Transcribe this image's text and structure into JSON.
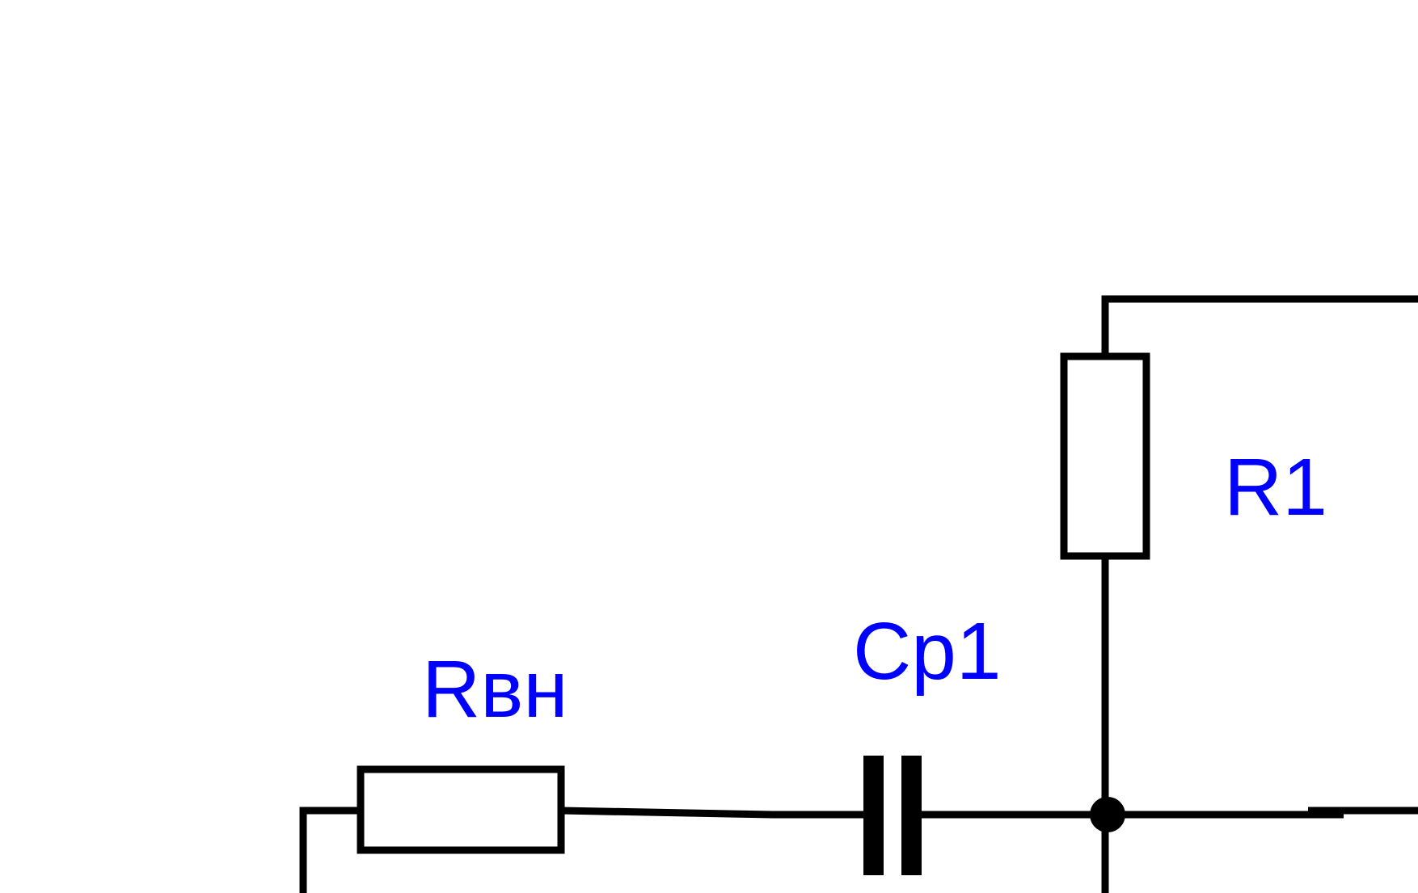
{
  "labels": {
    "r_internal": "Rвн",
    "capacitor": "Ср1",
    "r1": "R1"
  },
  "colors": {
    "label": "#0000ff",
    "wire": "#000000",
    "background": "#ffffff"
  }
}
